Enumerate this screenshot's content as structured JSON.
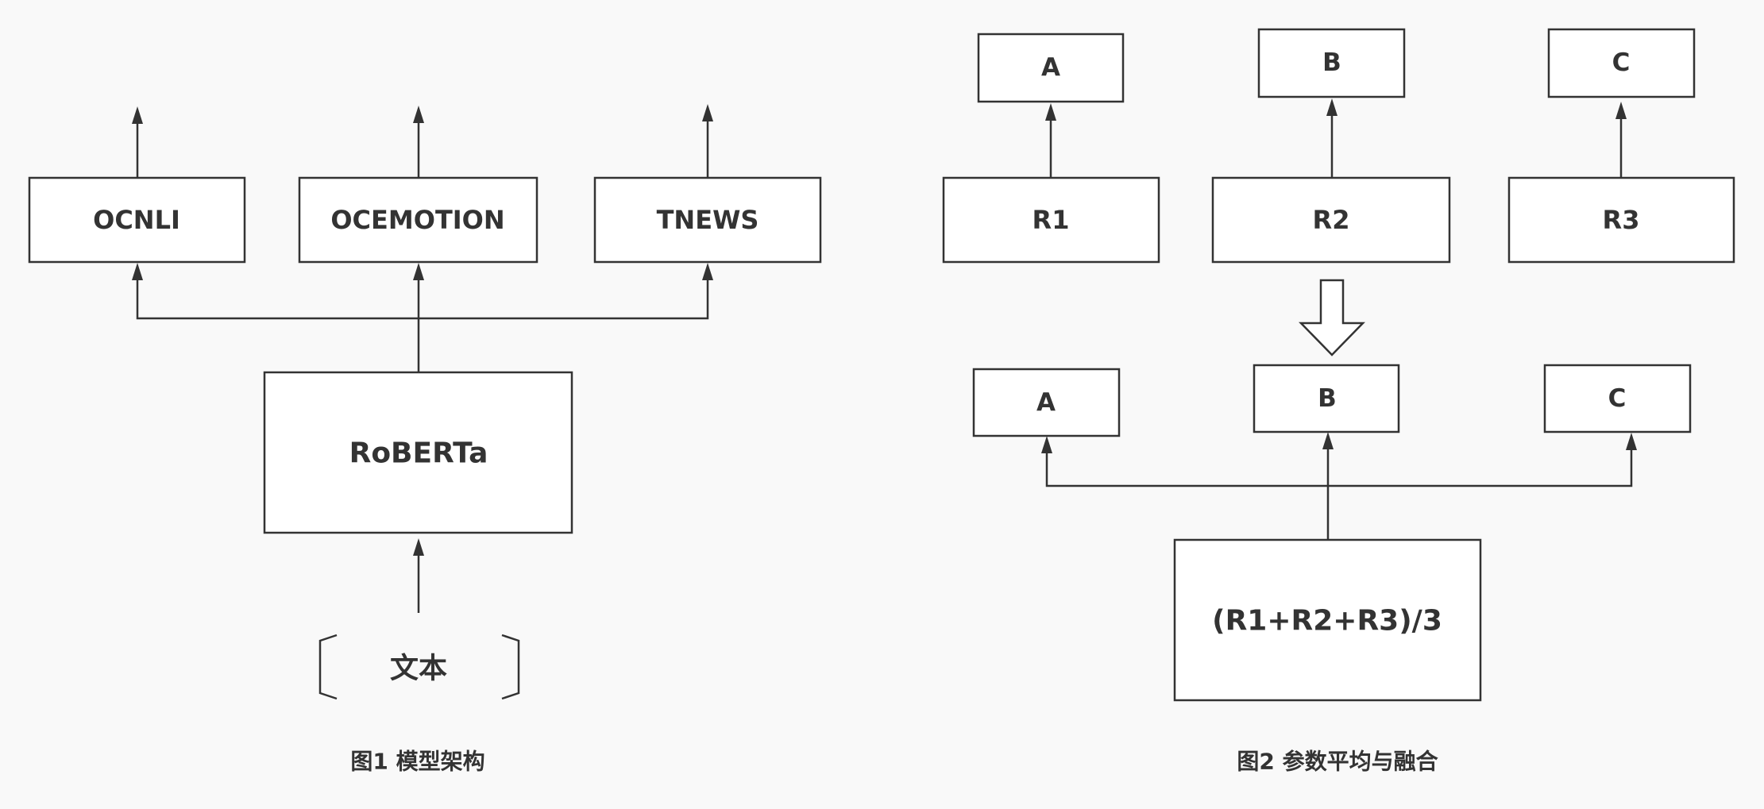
{
  "figure1": {
    "caption": "图1  模型架构",
    "tasks": [
      "OCNLI",
      "OCEMOTION",
      "TNEWS"
    ],
    "model": "RoBERTa",
    "input": "文本"
  },
  "figure2": {
    "caption": "图2  参数平均与融合",
    "models": [
      "R1",
      "R2",
      "R3"
    ],
    "top_outputs": [
      "A",
      "B",
      "C"
    ],
    "bottom_outputs": [
      "A",
      "B",
      "C"
    ],
    "fused_model": "(R1+R2+R3)/3"
  },
  "colors": {
    "background": "#f9f9f9",
    "stroke": "#333333",
    "box_fill": "#ffffff"
  }
}
